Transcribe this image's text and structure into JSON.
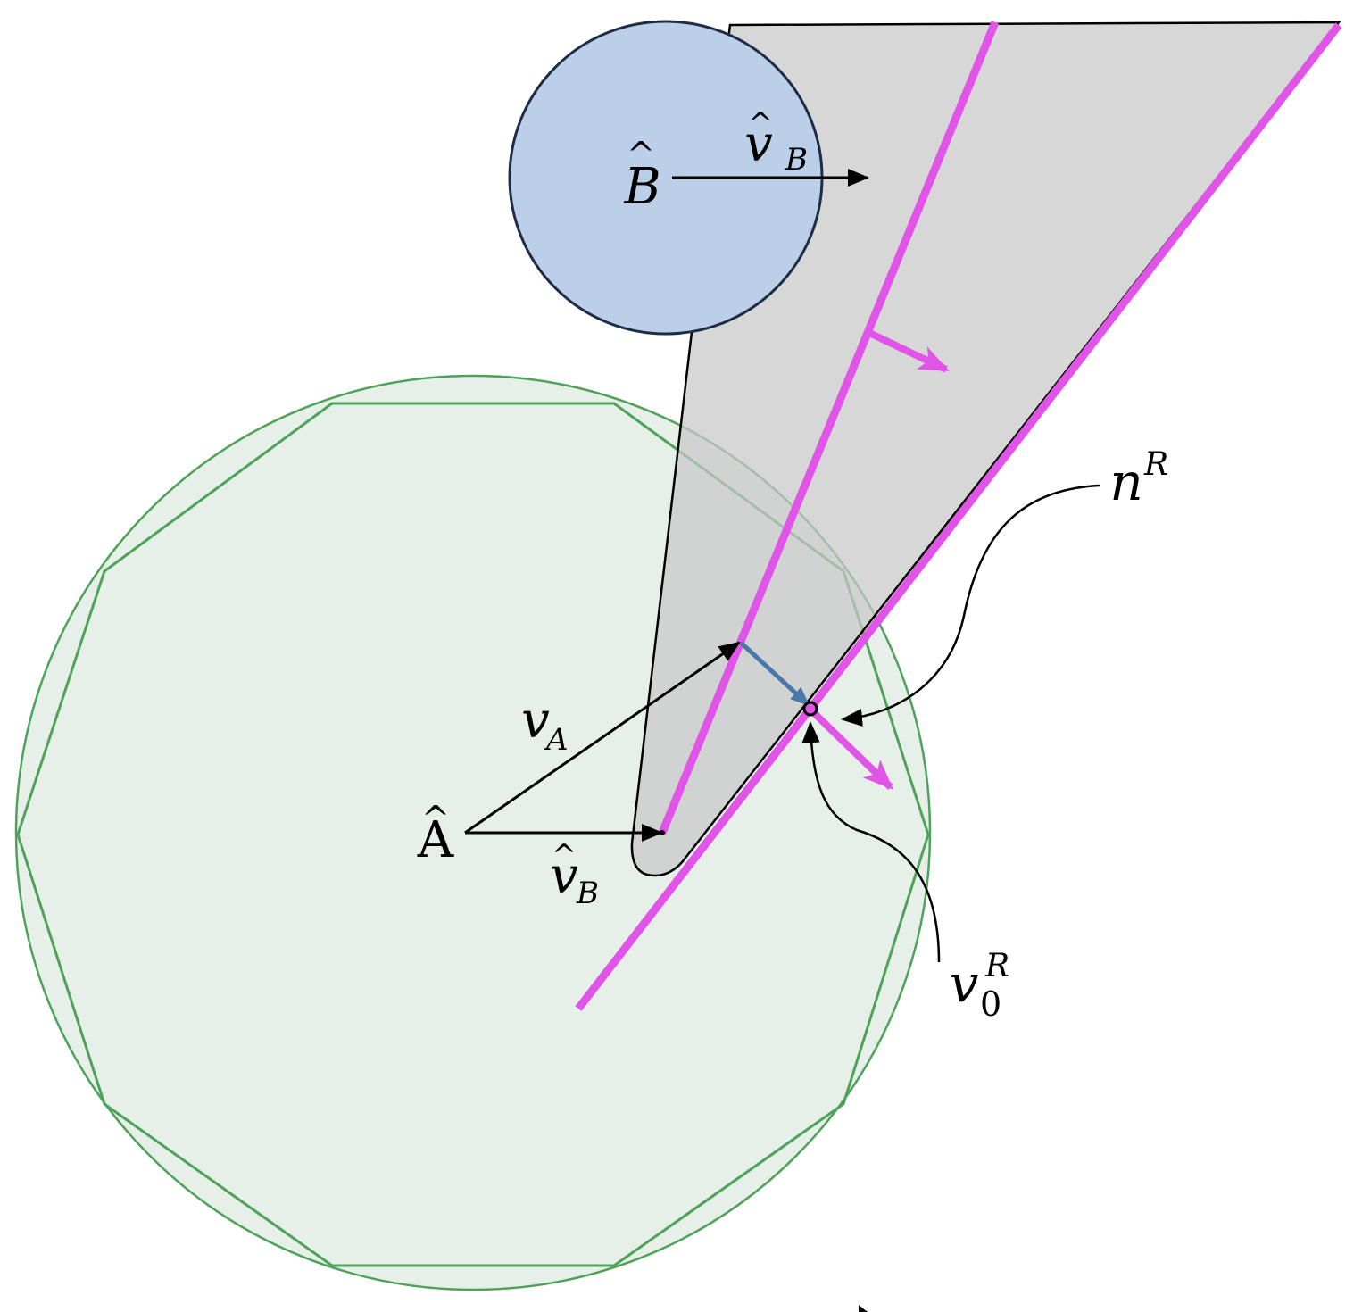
{
  "labels": {
    "b_hat": "B",
    "b_hat_mark": "^",
    "v_b_hat_top": "v",
    "v_b_hat_top_sub": "B",
    "v_b_hat_top_mark": "^",
    "a_hat": "A",
    "a_hat_mark": "^",
    "v_a": "v",
    "v_a_sub": "A",
    "v_b_hat_bottom": "v",
    "v_b_hat_bottom_sub": "B",
    "v_b_hat_bottom_mark": "^",
    "n_r": "n",
    "n_r_sup": "R",
    "v0_r": "v",
    "v0_r_sub": "0",
    "v0_r_sup": "R"
  },
  "colors": {
    "disc_b_fill": "#bccfe8",
    "disc_b_stroke": "#1e2d45",
    "cone_fill": "#d9d9d9",
    "disc_a_fill": "#e6f0e9",
    "disc_a_stroke": "#4ea25a",
    "half_plane_lines": "#e055e8",
    "correction_arrow": "#4a78a8",
    "ink": "#000000"
  }
}
